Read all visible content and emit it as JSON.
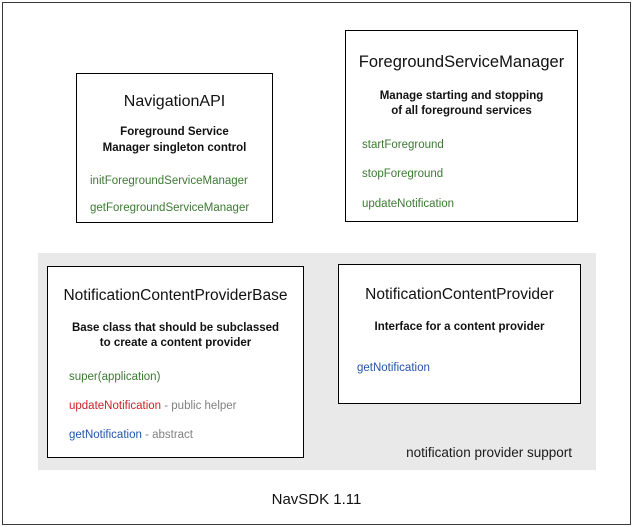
{
  "diagram": {
    "footer_caption": "NavSDK 1.11",
    "group_panel_label": "notification provider support",
    "colors": {
      "method_green": "#3c7a32",
      "method_red": "#cc2229",
      "method_blue": "#2255aa",
      "annotation_gray": "#808080",
      "panel_background": "#e9e9e9",
      "box_border": "#000000",
      "canvas_background": "#ffffff"
    },
    "boxes": [
      {
        "id": "navigation-api",
        "title": "NavigationAPI",
        "description_lines": [
          "Foreground Service",
          "Manager singleton control"
        ],
        "members": [
          {
            "name": "initForegroundServiceManager",
            "color": "green",
            "note": ""
          },
          {
            "name": "getForegroundServiceManager",
            "color": "green",
            "note": ""
          }
        ]
      },
      {
        "id": "foreground-service-manager",
        "title": "ForegroundServiceManager",
        "description_lines": [
          "Manage starting and stopping",
          "of all foreground services"
        ],
        "members": [
          {
            "name": "startForeground",
            "color": "green",
            "note": ""
          },
          {
            "name": "stopForeground",
            "color": "green",
            "note": ""
          },
          {
            "name": "updateNotification",
            "color": "green",
            "note": ""
          }
        ]
      },
      {
        "id": "notification-content-provider-base",
        "title": "NotificationContentProviderBase",
        "description_lines": [
          "Base class that should be subclassed",
          "to create a content provider"
        ],
        "members": [
          {
            "name": "super(application)",
            "color": "green",
            "note": ""
          },
          {
            "name": "updateNotification",
            "color": "red",
            "note": " - public helper"
          },
          {
            "name": "getNotification",
            "color": "blue",
            "note": " - abstract"
          }
        ]
      },
      {
        "id": "notification-content-provider",
        "title": "NotificationContentProvider",
        "description_lines": [
          "Interface for a content provider"
        ],
        "members": [
          {
            "name": "getNotification",
            "color": "blue",
            "note": ""
          }
        ]
      }
    ]
  }
}
